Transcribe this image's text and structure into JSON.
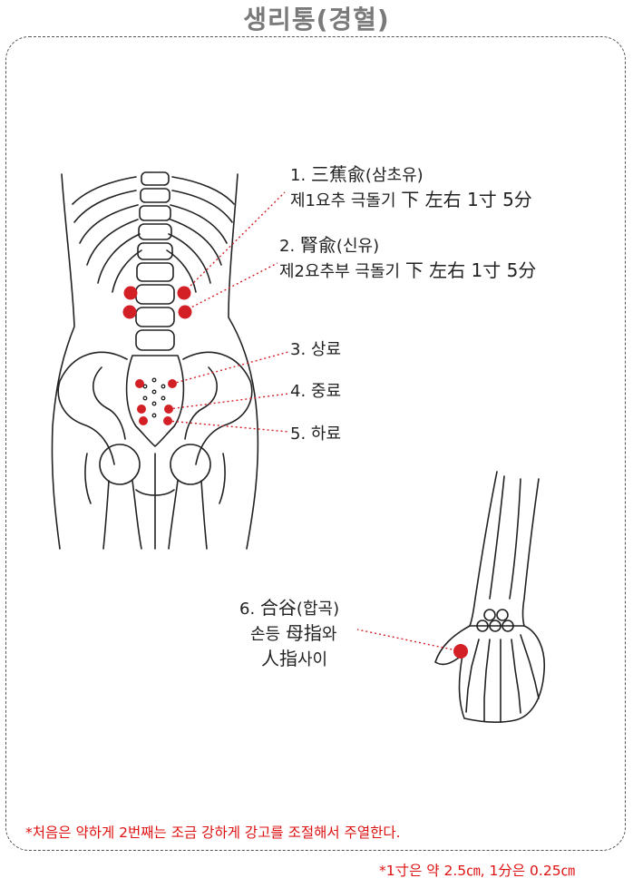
{
  "title": "생리통(경혈)",
  "colors": {
    "accent": "#d32027",
    "line": "#222222",
    "title": "#7a7a7a"
  },
  "points": [
    {
      "num": "1.",
      "name_han": "三蕉兪",
      "name_ko": "(삼초유)",
      "loc_ko": "제1요추 극돌기",
      "loc_han": "下 左右 1寸 5分"
    },
    {
      "num": "2.",
      "name_han": "腎兪",
      "name_ko": "(신유)",
      "loc_ko": "제2요추부 극돌기",
      "loc_han": "下 左右 1寸 5分"
    },
    {
      "num": "3.",
      "name_ko": "상료"
    },
    {
      "num": "4.",
      "name_ko": "중료"
    },
    {
      "num": "5.",
      "name_ko": "하료"
    },
    {
      "num": "6.",
      "name_han": "合谷",
      "name_ko": "(합곡)",
      "loc1_a": "손등",
      "loc1_b": "母指",
      "loc1_c": "와",
      "loc2_a": "人指",
      "loc2_b": "사이"
    }
  ],
  "footnote": "*처음은 약하게 2번째는 조금 강하게 강고를 조절해서 주열한다.",
  "unit_note": "*1寸은 약 2.5㎝, 1分은 0.25㎝"
}
